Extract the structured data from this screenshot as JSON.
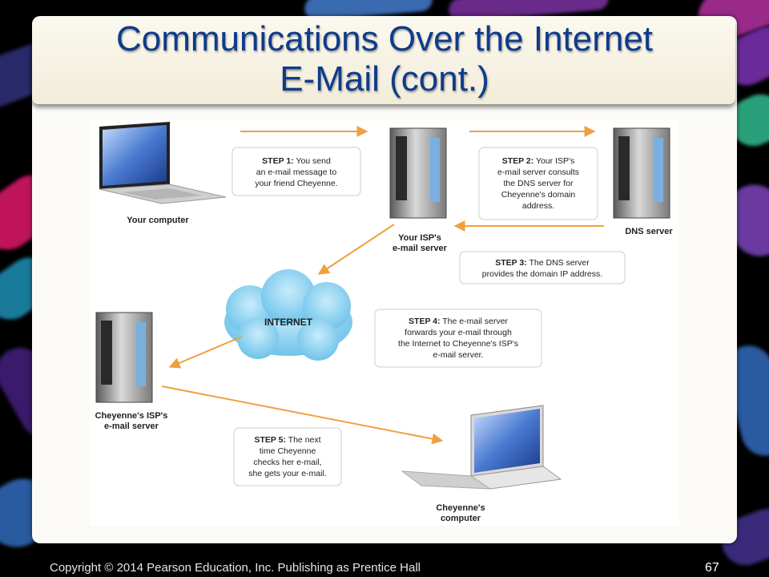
{
  "slide": {
    "title_line1": "Communications Over the Internet",
    "title_line2": "E-Mail (cont.)",
    "copyright": "Copyright © 2014 Pearson Education, Inc. Publishing as Prentice Hall",
    "page_number": "67"
  },
  "diagram": {
    "your_computer": "Your computer",
    "isp_server": [
      "Your ISP's",
      "e-mail server"
    ],
    "dns_server": "DNS server",
    "cheyenne_isp_server": [
      "Cheyenne's ISP's",
      "e-mail server"
    ],
    "cheyenne_computer": [
      "Cheyenne's",
      "computer"
    ],
    "internet": "INTERNET",
    "steps": {
      "step1": [
        "STEP 1: You send",
        "an e-mail message to",
        "your friend Cheyenne."
      ],
      "step2": [
        "STEP 2: Your ISP's",
        "e-mail server consults",
        "the DNS server for",
        "Cheyenne's domain",
        "address."
      ],
      "step3": [
        "STEP 3: The DNS server",
        "provides the domain IP address."
      ],
      "step4": [
        "STEP 4: The e-mail server",
        "forwards your e-mail through",
        "the Internet to Cheyenne's ISP's",
        "e-mail server."
      ],
      "step5": [
        "STEP 5: The next",
        "time Cheyenne",
        "checks her e-mail,",
        "she gets your e-mail."
      ]
    }
  },
  "colors": {
    "title": "#0d3c8c",
    "arrow": "#f0a040",
    "cloud": "#8fd3f0"
  }
}
